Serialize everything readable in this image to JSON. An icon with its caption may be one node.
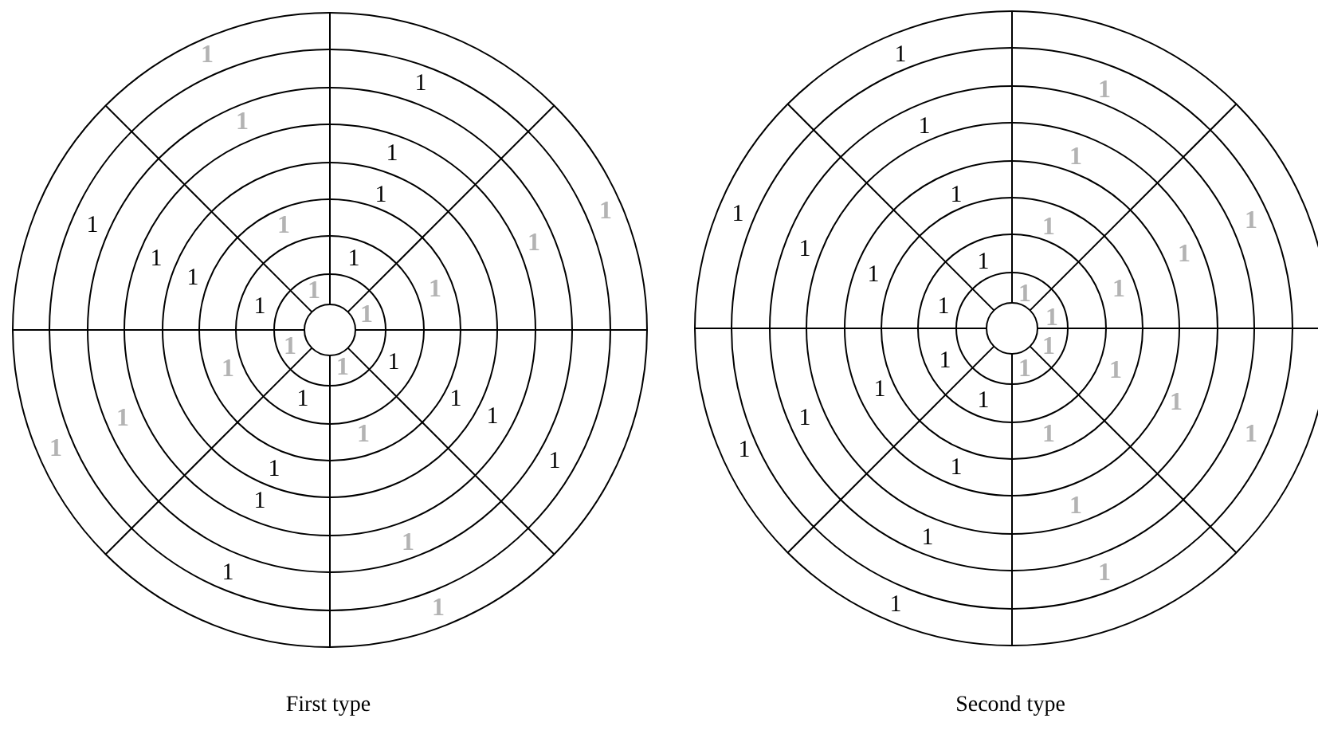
{
  "diagram": {
    "labels": [
      "1",
      "1",
      "1",
      "1",
      "1",
      "1",
      "1",
      "1",
      "1",
      "1",
      "1",
      "1",
      "1",
      "1",
      "1",
      "1",
      "1",
      "1",
      "1",
      "1",
      "1",
      "1",
      "1",
      "1",
      "1",
      "1",
      "1",
      "1",
      "1",
      "1",
      "1",
      "1",
      "1",
      "1",
      "1",
      "1",
      "1",
      "1",
      "1",
      "1",
      "1",
      "1",
      "1",
      "1",
      "1",
      "1",
      "1",
      "1",
      "1",
      "1",
      "1",
      "1",
      "1",
      "1",
      "1",
      "1",
      "1",
      "1",
      "1",
      "1",
      "1",
      "1",
      "1",
      "1",
      "First type",
      "Second type"
    ]
  }
}
